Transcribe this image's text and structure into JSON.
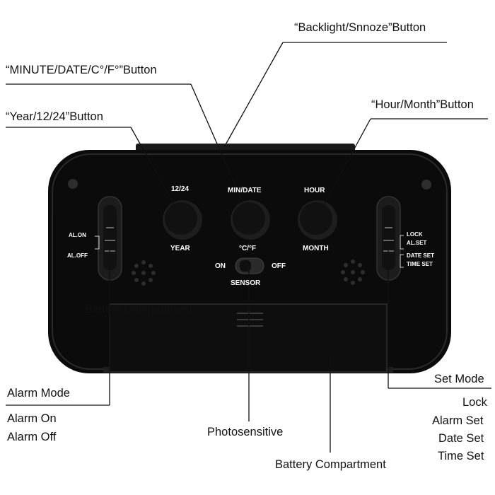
{
  "callouts": {
    "backlight": "“Backlight/Snnoze”Button",
    "minute": "“MINUTE/DATE/C°/F°”Button",
    "year": "“Year/12/24”Button",
    "hour": "“Hour/Month”Button",
    "alarm_mode": "Alarm Mode",
    "alarm_on": "Alarm On",
    "alarm_off": "Alarm Off",
    "photosensitive": "Photosensitive",
    "battery_compartment": "Battery Compartment",
    "battery_overlay": "Battery Compartment",
    "set_mode": "Set Mode",
    "lock": "Lock",
    "alarm_set": "Alarm Set",
    "date_set": "Date Set",
    "time_set": "Time Set"
  },
  "device": {
    "btn_12_24": "12/24",
    "btn_year": "YEAR",
    "btn_min_date": "MIN/DATE",
    "btn_cf": "°C/°F",
    "btn_hour": "HOUR",
    "btn_month": "MONTH",
    "sensor_on": "ON",
    "sensor_off": "OFF",
    "sensor": "SENSOR",
    "al_on": "AL.ON",
    "al_off": "AL.OFF",
    "lock": "LOCK",
    "al_set": "AL.SET",
    "date_set": "DATE SET",
    "time_set": "TIME SET"
  }
}
